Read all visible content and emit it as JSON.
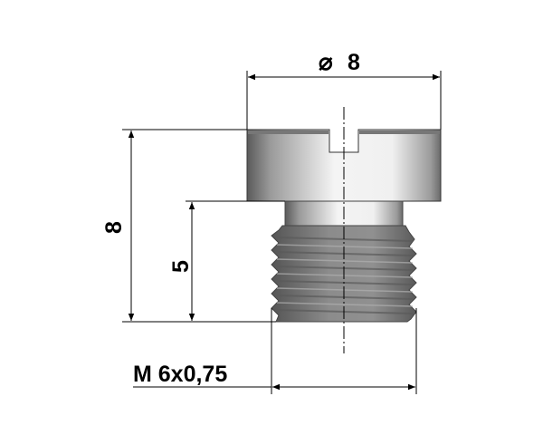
{
  "dimensions": {
    "head_diameter": {
      "symbol": "⌀",
      "value": "8"
    },
    "total_height": "8",
    "thread_length": "5",
    "thread_spec": "M 6x0,75"
  },
  "colors": {
    "line": "#000000",
    "metal_light": "#f2f2f2",
    "metal_dark": "#6e6e6e",
    "thread": "#7a7a7a"
  }
}
